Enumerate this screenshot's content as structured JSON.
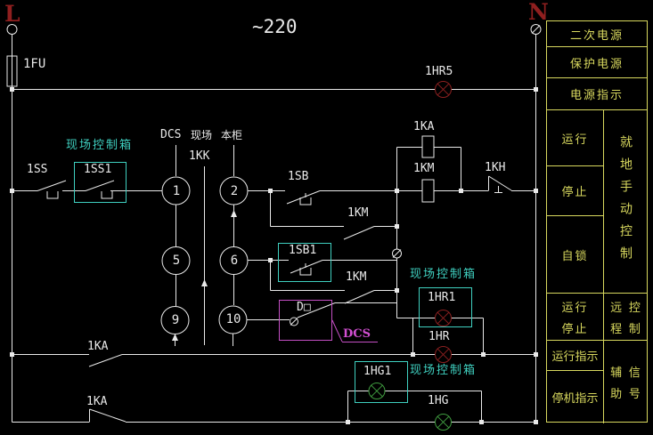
{
  "power": {
    "voltage": "~220",
    "line_terminal": "L",
    "neutral_terminal": "N",
    "fuse": "1FU",
    "power_lamp": "1HR5"
  },
  "selector": {
    "name": "1KK",
    "columns": [
      "DCS",
      "现场",
      "本柜"
    ],
    "contacts": [
      "1",
      "2",
      "5",
      "6",
      "9",
      "10"
    ]
  },
  "control": {
    "panel_stop": "1SS",
    "field_stop": "1SS1",
    "panel_start": "1SB",
    "field_start": "1SB1",
    "seal_contact_a": "1KM",
    "seal_contact_b": "1KM",
    "relay_coil": "1KA",
    "contactor_coil": "1KM",
    "thermal_contact": "1KH",
    "dcs_contact": "D□",
    "dcs_tag": "DCS"
  },
  "indication": {
    "run_contact": "1KA",
    "stop_contact": "1KA",
    "field_run_lamp": "1HR1",
    "panel_run_lamp": "1HR",
    "field_stop_lamp": "1HG1",
    "panel_stop_lamp": "1HG",
    "field_box_label": "现场控制箱"
  },
  "legend": {
    "top_rows": [
      "二次电源",
      "保护电源",
      "电源指示"
    ],
    "left_cells": [
      "运行",
      "停止",
      "自锁"
    ],
    "run_stop_cell": [
      "运行",
      "停止"
    ],
    "indicator_cells": [
      "运行指示",
      "停机指示"
    ],
    "local_manual": "就地手动控制",
    "remote_lines": [
      "远 控",
      "程 制"
    ],
    "aux_lines": [
      "辅 信",
      "助 号"
    ]
  },
  "colors": {
    "background": "#000000",
    "wire": "#e9e9e9",
    "field_box_cyan": "#3fd0c0",
    "dcs_magenta": "#c44fc4",
    "table_yellow": "#d8d85e",
    "terminal_red": "#8f1f1f",
    "lamp_red": "#8b2020",
    "lamp_green": "#3f9b3f"
  }
}
